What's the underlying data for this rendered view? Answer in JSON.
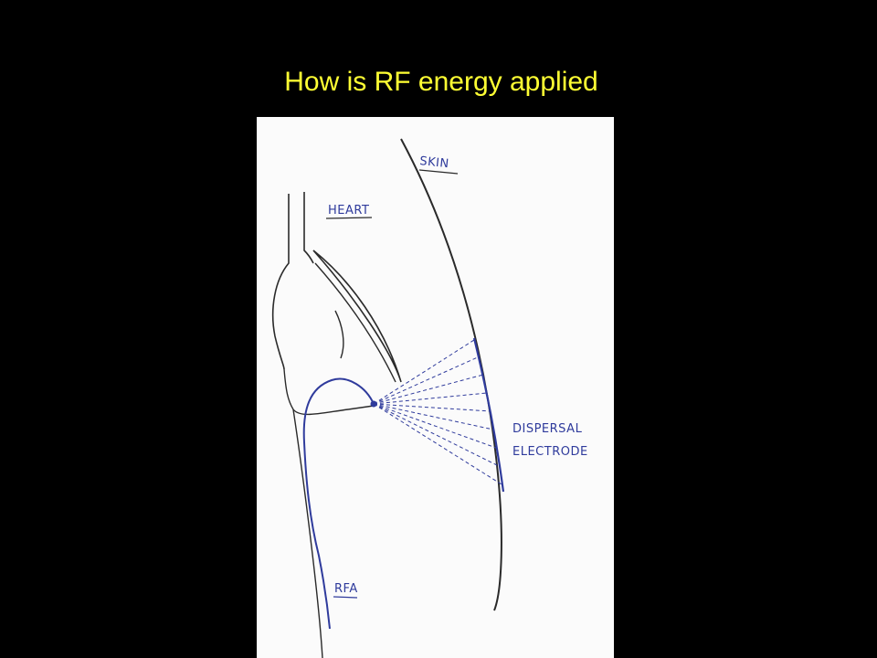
{
  "slide": {
    "title": "How is RF energy applied"
  },
  "diagram": {
    "labels": {
      "skin": "SKIN",
      "heart": "HEART",
      "dispersal_line1": "DISPERSAL",
      "dispersal_line2": "ELECTRODE",
      "rfa": "RFA"
    },
    "colors": {
      "background": "#000000",
      "title": "#ffff33",
      "paper": "#fbfbfb",
      "pencil": "#2a2a2a",
      "ink_blue": "#2f3b9c"
    }
  }
}
